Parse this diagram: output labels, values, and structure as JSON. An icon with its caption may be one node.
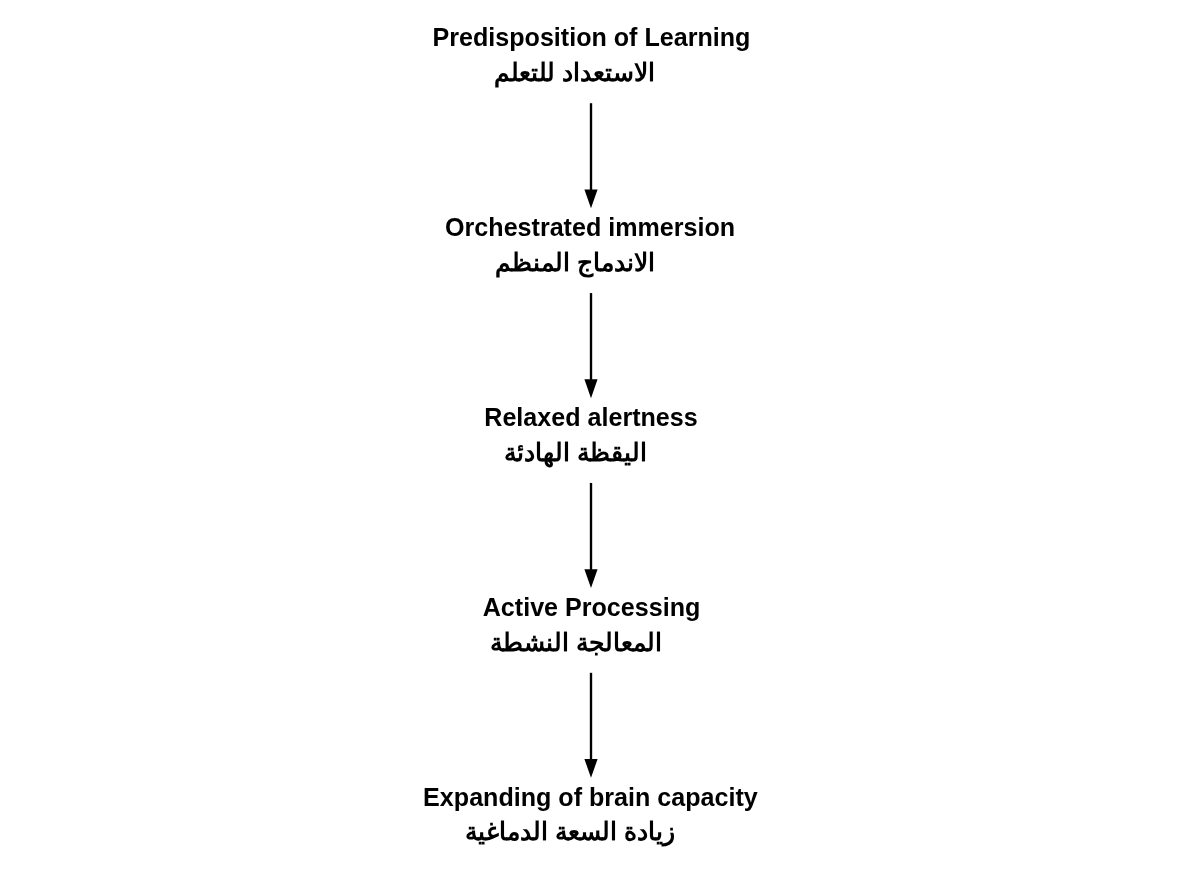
{
  "diagram": {
    "nodes": [
      {
        "text": [
          "Predisposition of Learning",
          "الاستعداد للتعلم"
        ]
      },
      {
        "text": [
          "Orchestrated immersion",
          "الاندماج المنظم"
        ]
      },
      {
        "text": [
          "Relaxed alertness",
          "اليقظة الهادئة"
        ]
      },
      {
        "text": [
          "Active Processing",
          "المعالجة النشطة"
        ]
      },
      {
        "text": [
          "Expanding of brain capacity",
          "زيادة السعة الدماغية"
        ]
      }
    ],
    "edges": [
      {
        "from": 0,
        "to": 1,
        "arrow": "to"
      },
      {
        "from": 1,
        "to": 2,
        "arrow": "to"
      },
      {
        "from": 2,
        "to": 3,
        "arrow": "to"
      },
      {
        "from": 3,
        "to": 4,
        "arrow": "to"
      }
    ]
  }
}
